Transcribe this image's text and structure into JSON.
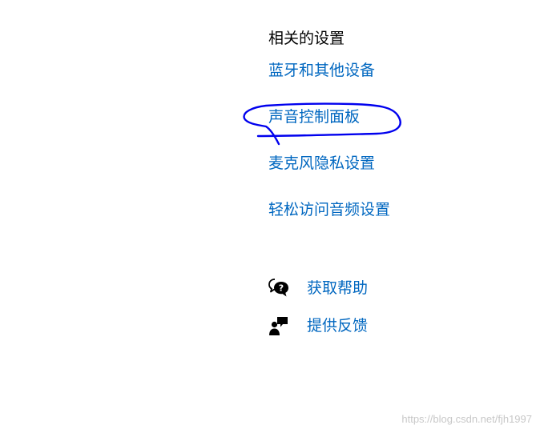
{
  "related_settings": {
    "title": "相关的设置",
    "links": [
      {
        "label": "蓝牙和其他设备"
      },
      {
        "label": "声音控制面板"
      },
      {
        "label": "麦克风隐私设置"
      },
      {
        "label": "轻松访问音频设置"
      }
    ]
  },
  "support": {
    "get_help": {
      "label": "获取帮助",
      "icon": "help-chat-icon"
    },
    "feedback": {
      "label": "提供反馈",
      "icon": "feedback-icon"
    }
  },
  "watermark": "https://blog.csdn.net/fjh1997",
  "colors": {
    "link": "#0067c0",
    "title": "#000000",
    "annotation": "#0000ee",
    "watermark": "#c8c8c8"
  }
}
